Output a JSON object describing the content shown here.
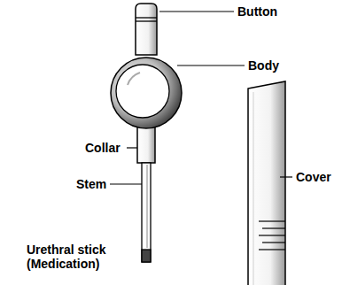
{
  "diagram": {
    "labels": [
      "Button",
      "Body",
      "Collar",
      "Stem",
      "Urethral stick (Medication)",
      "Cover"
    ]
  }
}
